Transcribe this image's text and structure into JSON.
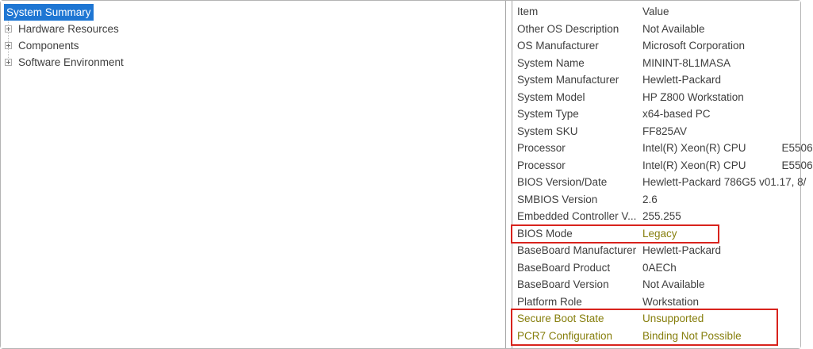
{
  "colors": {
    "selection-blue": "#1e76d3",
    "highlight-olive": "#867e0c",
    "annotation-red": "#d8231d",
    "text-color": "#3e3e3e",
    "window-border": "#b4b4b4",
    "divider-color": "#a6a6a6"
  },
  "tree": {
    "items": [
      {
        "label": "System Summary",
        "selected": true,
        "has_expander": false
      },
      {
        "label": "Hardware Resources",
        "selected": false,
        "has_expander": true
      },
      {
        "label": "Components",
        "selected": false,
        "has_expander": true
      },
      {
        "label": "Software Environment",
        "selected": false,
        "has_expander": true
      }
    ]
  },
  "table": {
    "columns": {
      "item": "Item",
      "value": "Value"
    },
    "rows": [
      {
        "item": "Other OS Description",
        "value": "Not Available"
      },
      {
        "item": "OS Manufacturer",
        "value": "Microsoft Corporation"
      },
      {
        "item": "System Name",
        "value": "MININT-8L1MASA"
      },
      {
        "item": "System Manufacturer",
        "value": "Hewlett-Packard"
      },
      {
        "item": "System Model",
        "value": "HP Z800 Workstation"
      },
      {
        "item": "System Type",
        "value": "x64-based PC"
      },
      {
        "item": "System SKU",
        "value": "FF825AV"
      },
      {
        "item": "Processor",
        "value": "Intel(R) Xeon(R) CPU            E5506"
      },
      {
        "item": "Processor",
        "value": "Intel(R) Xeon(R) CPU            E5506"
      },
      {
        "item": "BIOS Version/Date",
        "value": "Hewlett-Packard 786G5 v01.17, 8/"
      },
      {
        "item": "SMBIOS Version",
        "value": "2.6"
      },
      {
        "item": "Embedded Controller V...",
        "value": "255.255"
      },
      {
        "item": "BIOS Mode",
        "value": "Legacy",
        "value_highlight": true
      },
      {
        "item": "BaseBoard Manufacturer",
        "value": "Hewlett-Packard"
      },
      {
        "item": "BaseBoard Product",
        "value": "0AECh"
      },
      {
        "item": "BaseBoard Version",
        "value": "Not Available"
      },
      {
        "item": "Platform Role",
        "value": "Workstation"
      },
      {
        "item": "Secure Boot State",
        "value": "Unsupported",
        "row_highlight": true
      },
      {
        "item": "PCR7 Configuration",
        "value": "Binding Not Possible",
        "row_highlight": true
      }
    ]
  }
}
